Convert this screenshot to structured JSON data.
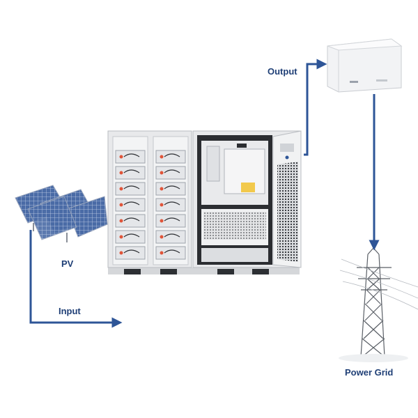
{
  "labels": {
    "output": "Output",
    "pv": "PV",
    "input": "Input",
    "power_grid": "Power Grid"
  },
  "colors": {
    "arrow": "#2E5597",
    "text": "#1F3F76",
    "cabinet": "#E8E9EB",
    "panel_blue": "#4A6BA6",
    "battery_accent": "#E0553A"
  },
  "components": {
    "solar_panels": "solar-panel-array",
    "storage_cabinet": "battery-energy-storage-cabinet",
    "wall_unit": "grid-connection-unit",
    "tower": "transmission-tower"
  }
}
